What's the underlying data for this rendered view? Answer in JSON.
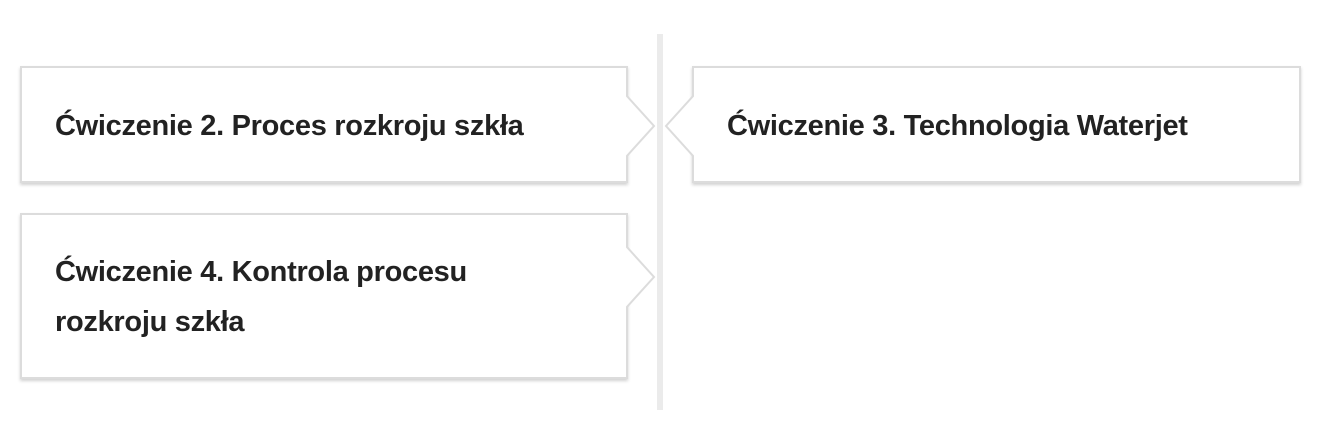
{
  "timeline": {
    "line_color": "#ebebeb",
    "items": [
      {
        "side": "left",
        "title": "Ćwiczenie 2. Proces rozkroju szkła"
      },
      {
        "side": "right",
        "title": "Ćwiczenie 3. Technologia Waterjet"
      },
      {
        "side": "left",
        "title": "Ćwiczenie 4. Kontrola procesu rozkroju szkła"
      }
    ]
  }
}
